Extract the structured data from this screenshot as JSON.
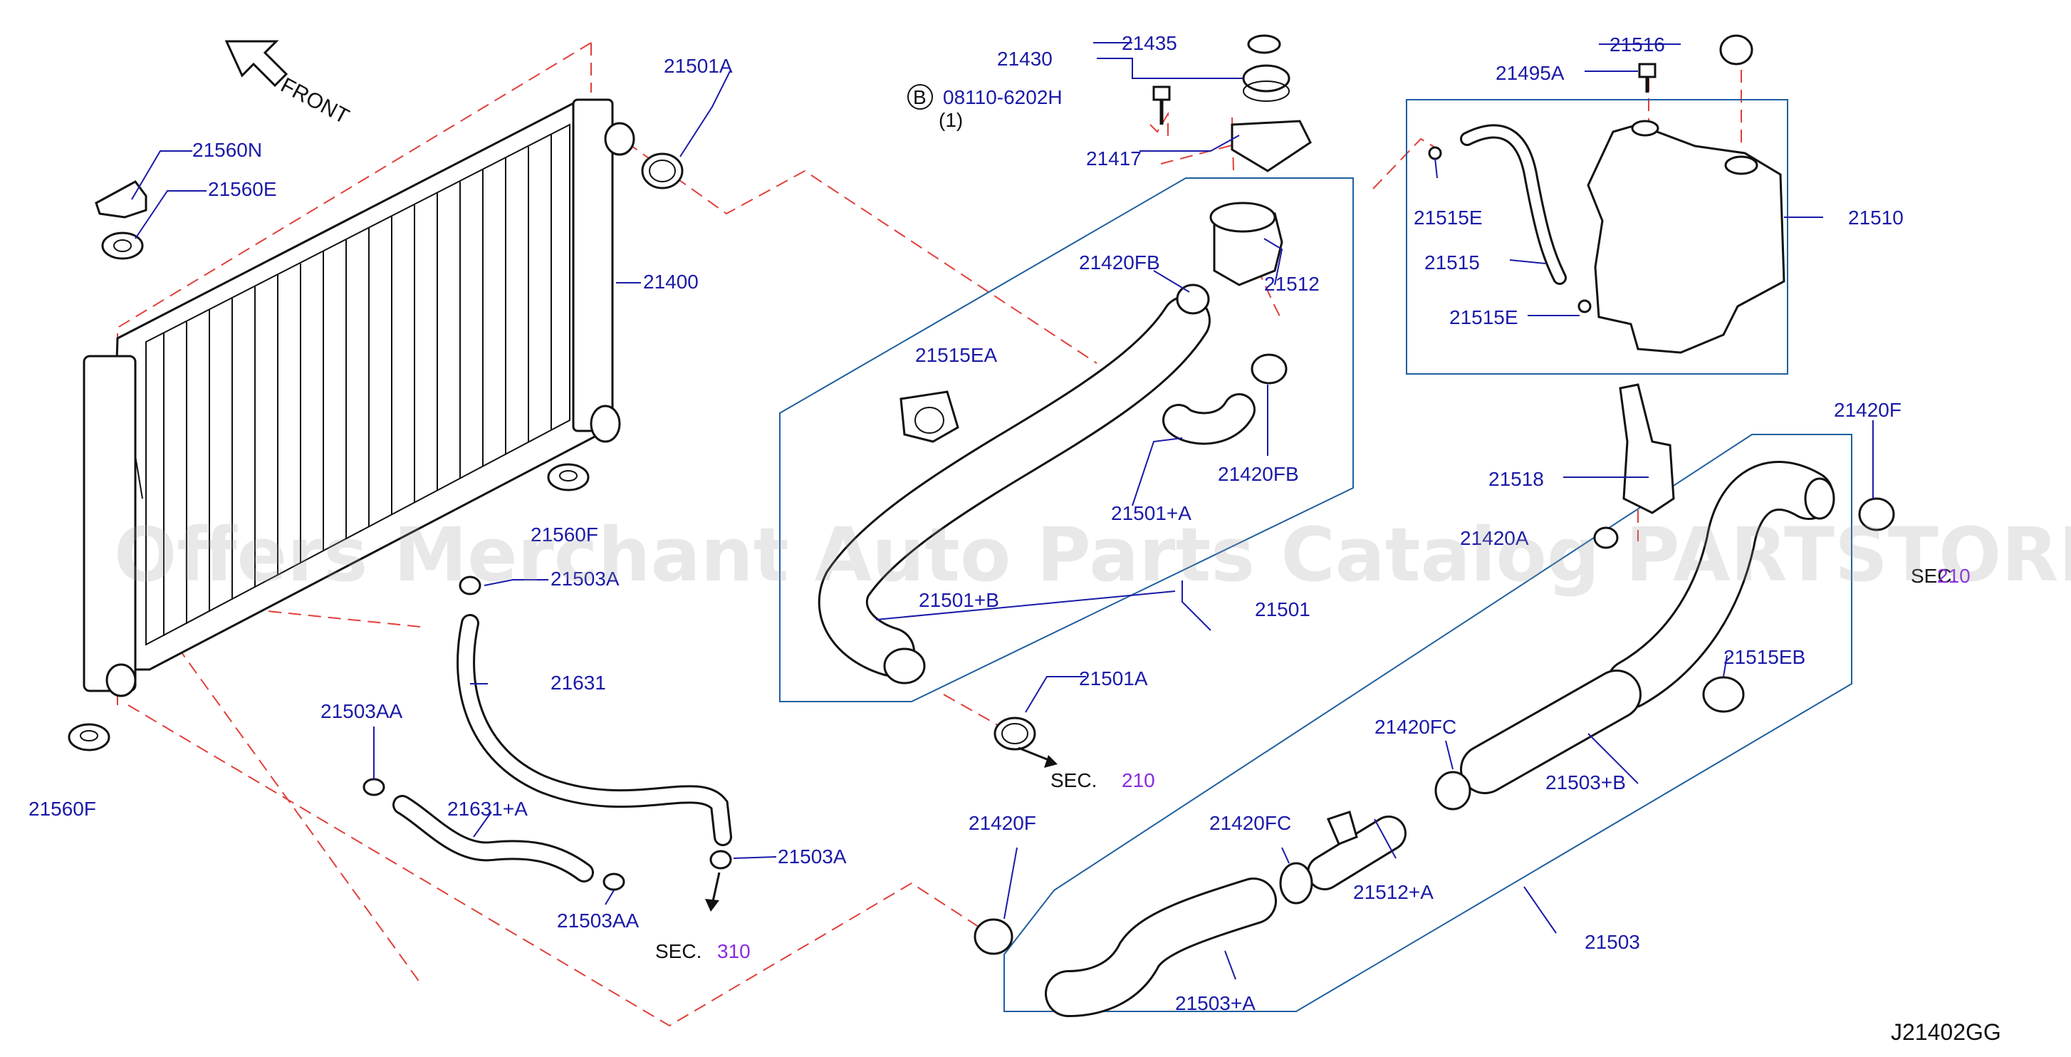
{
  "front_label": "FRONT",
  "watermark": "Offers Merchant Auto Parts Catalog PARTSTORE.SA",
  "diagram_code": "J21402GG",
  "bolt_badge": "B",
  "bolt_qty": "(1)",
  "sec_prefix": "SEC.",
  "colors": {
    "label": "#1a1aa8",
    "frame": "#1f5f9e",
    "dashed_line": "#e0403a",
    "section_number": "#8a2be2"
  },
  "labels": {
    "p21501A_top": "21501A",
    "p21560N": "21560N",
    "p21560E": "21560E",
    "p21400": "21400",
    "p21560F_mid": "21560F",
    "p21560F_bot": "21560F",
    "p21503A_top": "21503A",
    "p21631": "21631",
    "p21503AA_top": "21503AA",
    "p21631A": "21631+A",
    "p21503AA_bot": "21503AA",
    "p21503A_bot": "21503A",
    "p21430": "21430",
    "p21435": "21435",
    "p08110": "08110-6202H",
    "p21417": "21417",
    "p21420FB_top": "21420FB",
    "p21512": "21512",
    "p21515EA": "21515EA",
    "p21420FB_bot": "21420FB",
    "p21501A_mid": "21501+A",
    "p21501B": "21501+B",
    "p21501": "21501",
    "p21501A_bot": "21501A",
    "p21516": "21516",
    "p21495A": "21495A",
    "p21510": "21510",
    "p21515E_top": "21515E",
    "p21515": "21515",
    "p21515E_bot": "21515E",
    "p21518": "21518",
    "p21420A": "21420A",
    "p21420F_right": "21420F",
    "p21515EB": "21515EB",
    "p21420FC_top": "21420FC",
    "p21503B": "21503+B",
    "p21420FC_bot": "21420FC",
    "p21512A": "21512+A",
    "p21420F_bot": "21420F",
    "p21503": "21503",
    "p21503A_hose": "21503+A"
  },
  "sections": {
    "right": "210",
    "mid": "210",
    "bottom": "310"
  }
}
